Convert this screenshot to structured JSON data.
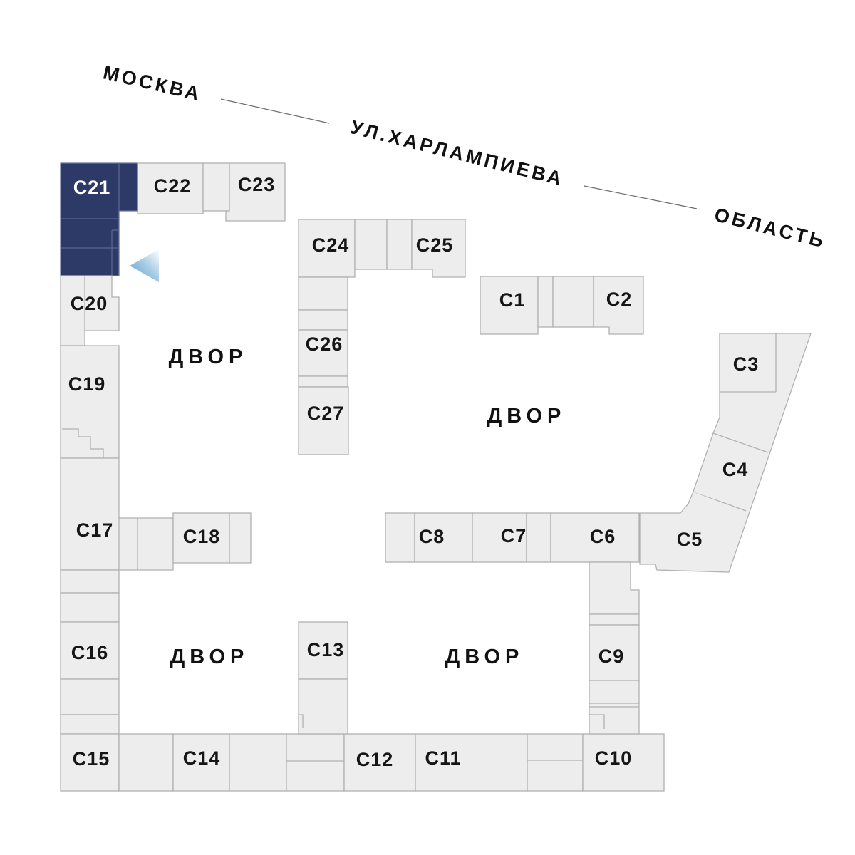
{
  "streets": {
    "city_left": "МОСКВА",
    "street_name": "УЛ.ХАРЛАМПИЕВА",
    "city_right": "ОБЛАСТЬ"
  },
  "courtyards": [
    "ДВОР",
    "ДВОР",
    "ДВОР",
    "ДВОР"
  ],
  "buildings": [
    {
      "label": "С1"
    },
    {
      "label": "С2"
    },
    {
      "label": "С3"
    },
    {
      "label": "С4"
    },
    {
      "label": "С5"
    },
    {
      "label": "С6"
    },
    {
      "label": "С7"
    },
    {
      "label": "С8"
    },
    {
      "label": "С9"
    },
    {
      "label": "С10"
    },
    {
      "label": "С11"
    },
    {
      "label": "С12"
    },
    {
      "label": "С13"
    },
    {
      "label": "С14"
    },
    {
      "label": "С15"
    },
    {
      "label": "С16"
    },
    {
      "label": "С17"
    },
    {
      "label": "С18"
    },
    {
      "label": "С19"
    },
    {
      "label": "С20"
    },
    {
      "label": "С21",
      "selected": true
    },
    {
      "label": "С22"
    },
    {
      "label": "С23"
    },
    {
      "label": "С24"
    },
    {
      "label": "С25"
    },
    {
      "label": "С26"
    },
    {
      "label": "С27"
    }
  ],
  "selection": {
    "building": "С21",
    "pointer": "left-arrow"
  },
  "colors": {
    "highlight": "#2d3a68",
    "block_fill": "#ededed",
    "block_stroke": "#b1b1b1",
    "label_text": "#161616",
    "label_text_selected": "#ffffff",
    "arrow_deep": "#5f9fc9",
    "arrow_fade": "#ffffff"
  }
}
